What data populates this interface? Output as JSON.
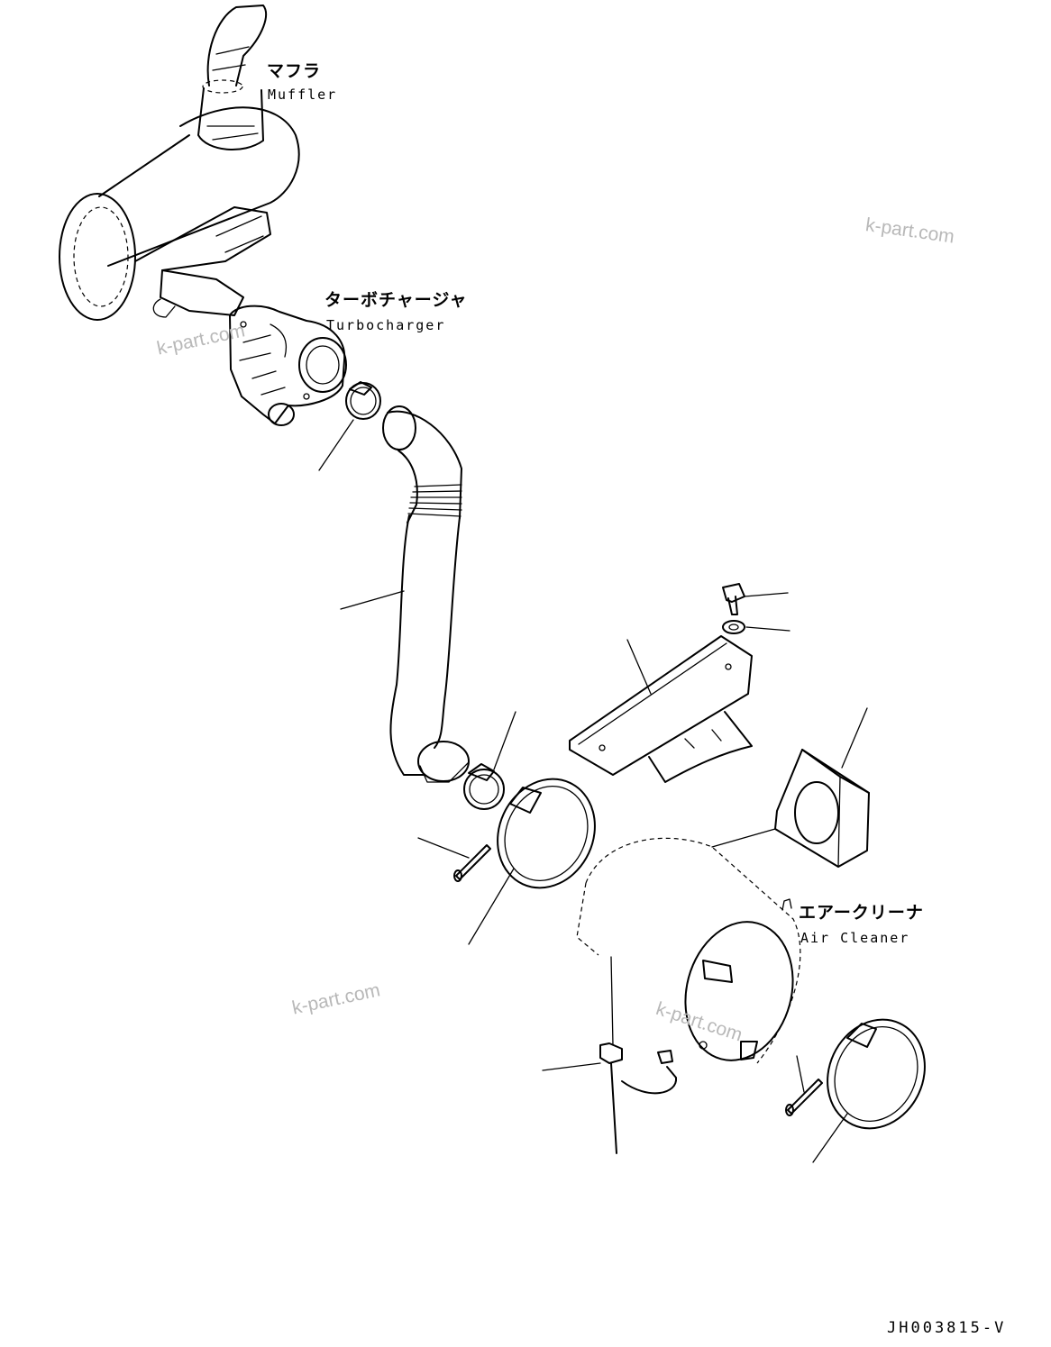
{
  "diagram": {
    "labels": {
      "muffler": {
        "jp": "マフラ",
        "en": "Muffler"
      },
      "turbocharger": {
        "jp": "ターボチャージャ",
        "en": "Turbocharger"
      },
      "air_cleaner": {
        "jp": "エアークリーナ",
        "en": "Air Cleaner"
      }
    },
    "watermarks": [
      "k-part.com",
      "k-part.com",
      "k-part.com",
      "k-part.com"
    ],
    "document_id": "JH003815-V"
  }
}
